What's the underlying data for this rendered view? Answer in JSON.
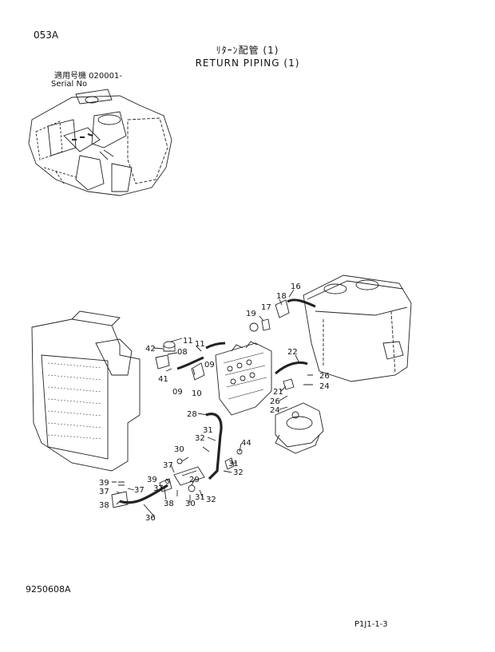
{
  "header": {
    "section_code": "053A",
    "title_jp": "ﾘﾀｰﾝ配管 (1)",
    "title_en": "RETURN PIPING (1)",
    "serial_label_jp": "適用号機  020001-",
    "serial_label_en": "Serial No"
  },
  "footer": {
    "figure_id": "9250608A",
    "page_ref": "P1J1-1-3"
  },
  "callouts": [
    "11",
    "42",
    "08",
    "11",
    "09",
    "41",
    "09",
    "10",
    "19",
    "17",
    "18",
    "16",
    "22",
    "26",
    "24",
    "21",
    "26",
    "24",
    "28",
    "31",
    "32",
    "30",
    "44",
    "37",
    "31",
    "32",
    "39",
    "37",
    "29",
    "39",
    "37",
    "38",
    "37",
    "31",
    "32",
    "38",
    "30",
    "36"
  ]
}
